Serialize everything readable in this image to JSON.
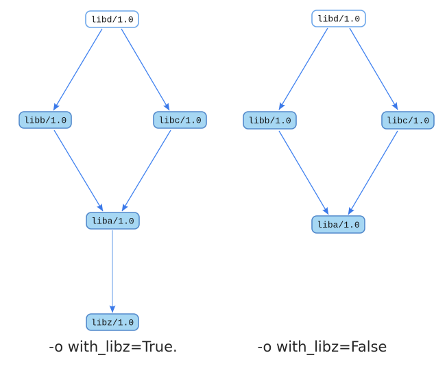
{
  "page": {
    "background": "#ffffff",
    "description": "Two package dependency graphs comparing option with_libz True vs False"
  },
  "colors": {
    "edge": "#4182f0",
    "edge_light": "#a6c6f2",
    "arrowhead": "#3b79e9",
    "node_fill": "#a6d7f3",
    "node_border": "#5289cb",
    "root_fill": "#ffffff",
    "root_border": "#6ca6ea",
    "node_text": "#111111",
    "caption_text": "#262626"
  },
  "graphs": [
    {
      "id": "with-libz-true",
      "caption": "-o with_libz=True.",
      "nodes": [
        {
          "id": "libd",
          "label": "libd/1.0",
          "root": true
        },
        {
          "id": "libb",
          "label": "libb/1.0",
          "root": false
        },
        {
          "id": "libc",
          "label": "libc/1.0",
          "root": false
        },
        {
          "id": "liba",
          "label": "liba/1.0",
          "root": false
        },
        {
          "id": "libz",
          "label": "libz/1.0",
          "root": false
        }
      ],
      "edges": [
        {
          "from": "libd",
          "to": "libb",
          "style": "solid"
        },
        {
          "from": "libd",
          "to": "libc",
          "style": "solid"
        },
        {
          "from": "libb",
          "to": "liba",
          "style": "solid"
        },
        {
          "from": "libc",
          "to": "liba",
          "style": "solid"
        },
        {
          "from": "liba",
          "to": "libz",
          "style": "light"
        }
      ]
    },
    {
      "id": "with-libz-false",
      "caption": "-o with_libz=False",
      "nodes": [
        {
          "id": "libd",
          "label": "libd/1.0",
          "root": true
        },
        {
          "id": "libb",
          "label": "libb/1.0",
          "root": false
        },
        {
          "id": "libc",
          "label": "libc/1.0",
          "root": false
        },
        {
          "id": "liba",
          "label": "liba/1.0",
          "root": false
        }
      ],
      "edges": [
        {
          "from": "libd",
          "to": "libb",
          "style": "solid"
        },
        {
          "from": "libd",
          "to": "libc",
          "style": "solid"
        },
        {
          "from": "libb",
          "to": "liba",
          "style": "solid"
        },
        {
          "from": "libc",
          "to": "liba",
          "style": "solid"
        }
      ]
    }
  ]
}
